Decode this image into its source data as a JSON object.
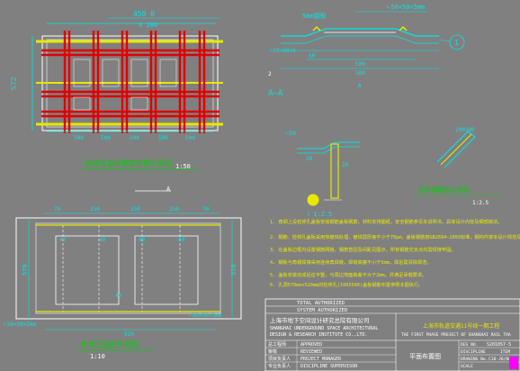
{
  "colors": {
    "background": "#808080",
    "dimension": "#00e5e5",
    "steel": "#e8e800",
    "outline": "#ffffff",
    "rebar": "#e00000",
    "green": "#00d000",
    "magenta": "#ff00ff"
  },
  "top_left": {
    "dim_top": "450 0",
    "dim_sub": "4 200",
    "dim_left": "572",
    "bottom_dims": [
      "500",
      "500",
      "500",
      "500",
      "500"
    ],
    "caption": "检修孔盖板钢筋布置示意图",
    "scale": "1:50"
  },
  "top_right": {
    "label_a": "5mm钢板",
    "label_b": "∟50×50×5mm",
    "label_c": "∟50×50×5",
    "dims": [
      "50",
      "500",
      "580"
    ],
    "callout": "1",
    "section_label": "A—A",
    "dim_c1": "50",
    "dim_c2": "20",
    "angle_label": "ⅰ 1:2.5",
    "steel_label": "∟50",
    "dim_angle": "200300",
    "caption_right": "孔角钢构造示意图",
    "scale_right": "1:2.5",
    "small_dim": "2"
  },
  "bottom_left": {
    "section_mark": "A",
    "top_dims": [
      "70",
      "150",
      "150",
      "150",
      "70"
    ],
    "left_dim": "570",
    "label_bottom_left": "∟50×50×5mm",
    "label_bottom_right": "∟50×50×5mm",
    "bottom_dim": "520",
    "right_dim": "570",
    "caption": "检修孔盖板平面图",
    "scale": "1:10",
    "inner_labels": [
      "40",
      "40",
      "40",
      "40",
      "40"
    ]
  },
  "notes": [
    "1. 角钢上设检修孔盖板安装钢筋盖板钢筋，材料安排图纸，安全钢筋参见本说明书，具体设计内容及细部做法。",
    "2. 钢筋、检修孔盖板采用热镀锌处理，镀锌层厚度不小于70μm，盖板钢筋按GB2694—2003标准，钢构件按本设计规范及验收标准。",
    "3. 在盖板边框内设置钢筋网格，钢筋直径及间距见图示，所有钢筋交叉点均需焊接牢固。",
    "4. 钢板与角钢焊接采用连续角焊缝，焊缝高度不小于5mm，焊后需清除焊渣。",
    "5. 盖板安装完成后应平整，与周边地面高差不大于2mm，并满足承载要求。",
    "6. 孔洞570mm×520mm的检修孔(100X500)盖板钢筋布置参照本图执行。"
  ],
  "title_block": {
    "approved_by": "TOTAL AUTHORIZED",
    "authorized": "SYSTEM AUTHORIZED",
    "company_cn": "上海市地下空间设计研究总院有限公司",
    "company_en1": "SHANGHAI UNDERGROUND SPACE ARCHITECTURAL",
    "company_en2": "DESIGN & RESEARCH INSTITUTE CO.,LTD.",
    "project_cn": "上海市轨道交通11号线一期工程",
    "project_en": "THE FIRST PHASE PROJECT OF SHANGHAI RAIL TRA",
    "rows": [
      "APPROVED",
      "REVIEWED",
      "PROJECT MANAGER",
      "DISCIPLINE SUPERVISOR"
    ],
    "row_codes": [
      "总工程师",
      "审核",
      "项目负责人",
      "专业负责人"
    ],
    "drawing_title": "平面布置图",
    "des_no_label": "DES NO.",
    "des_no": "S2010S7-5",
    "discipline_label": "DISCIPLINE",
    "drawing_no_label": "DRAWING No.",
    "drawing_no": "C18-J6/008",
    "scale_label": "SCALE",
    "scale_value": "",
    "item_label": "ITEM"
  }
}
